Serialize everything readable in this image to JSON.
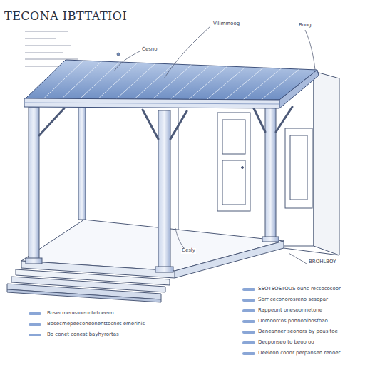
{
  "diagram": {
    "title": "TECONA IBTTATIOI",
    "labels": [
      "Vilimmoog",
      "Cesno",
      "Boog",
      "Cesly",
      "BROHLBOY"
    ],
    "legend": [
      {
        "text": "SSOTSOSTOUS ounc recsocosoor",
        "color": "#8aa6d6"
      },
      {
        "text": "Sbrr ceconorosreno sesopar",
        "color": "#8aa6d6"
      },
      {
        "text": "Rappeont onesoonnetone",
        "color": "#8aa6d6"
      },
      {
        "text": "Domoorcos ponnoolhosfbao",
        "color": "#8aa6d6"
      },
      {
        "text": "Deneanner seonors by pous toe",
        "color": "#8aa6d6"
      },
      {
        "text": "Decponseo to beoo oo",
        "color": "#8aa6d6"
      },
      {
        "text": "Deeleon cooor perpansen renoer",
        "color": "#8aa6d6"
      },
      {
        "text": "Bosecmeneaoeontetoeeen",
        "color": "#8aa6d6"
      },
      {
        "text": "Bosecmepeeconeonenttocnet emerinis",
        "color": "#8aa6d6"
      },
      {
        "text": "Bo conet conest bayhyrortas",
        "color": "#8aa6d6"
      }
    ]
  }
}
